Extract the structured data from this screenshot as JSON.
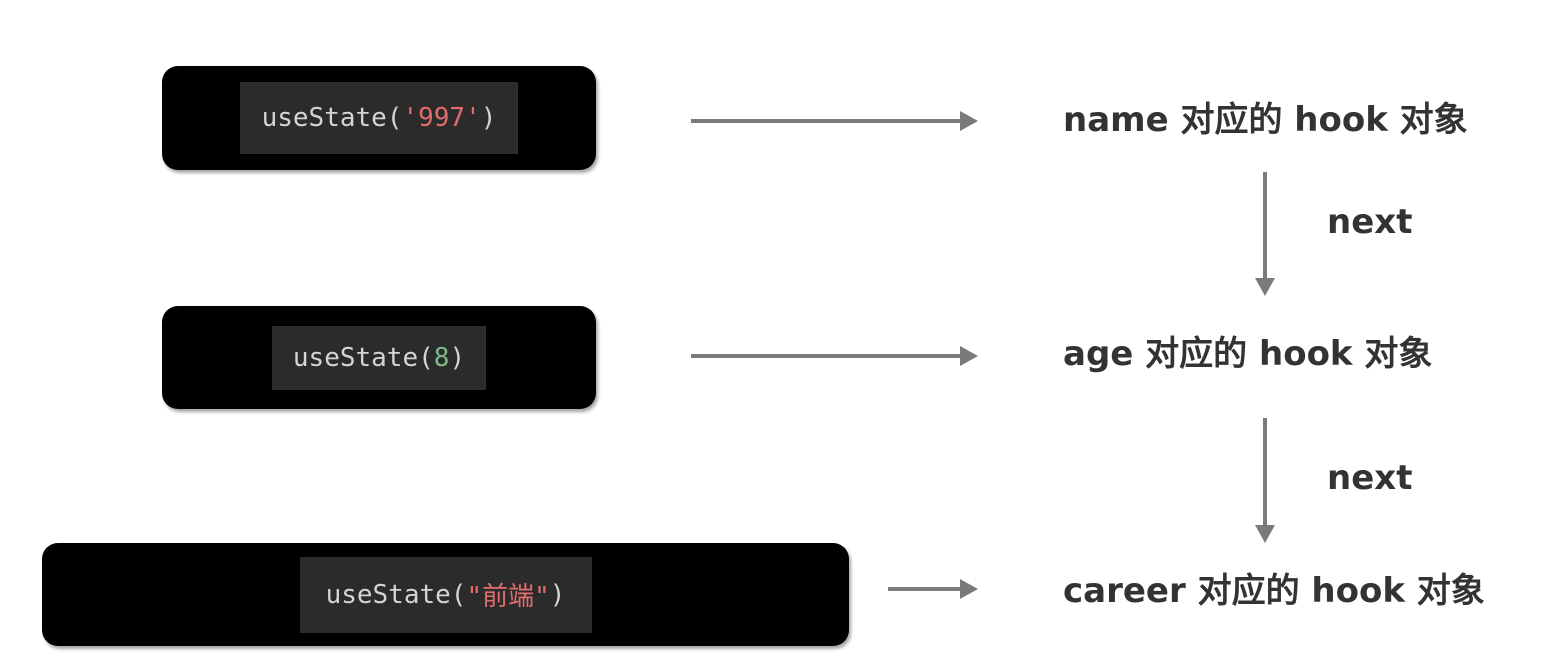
{
  "rows": [
    {
      "call": {
        "fn": "useState(",
        "arg": "'997'",
        "close": ")"
      },
      "label": "name 对应的 hook 对象"
    },
    {
      "call": {
        "fn": "useState(",
        "arg": "8",
        "close": ")"
      },
      "label": "age 对应的 hook 对象"
    },
    {
      "call": {
        "fn": "useState(",
        "arg": "\"前端\"",
        "close": ")"
      },
      "label": "career 对应的 hook 对象"
    }
  ],
  "links": [
    {
      "label": "next"
    },
    {
      "label": "next"
    }
  ],
  "colors": {
    "code_bg": "#000000",
    "code_inner_bg": "#2b2b2b",
    "code_text": "#d4d4d4",
    "string": "#e06c6c",
    "number": "#7fb88a",
    "arrow": "#7a7a7a",
    "label": "#333333"
  }
}
